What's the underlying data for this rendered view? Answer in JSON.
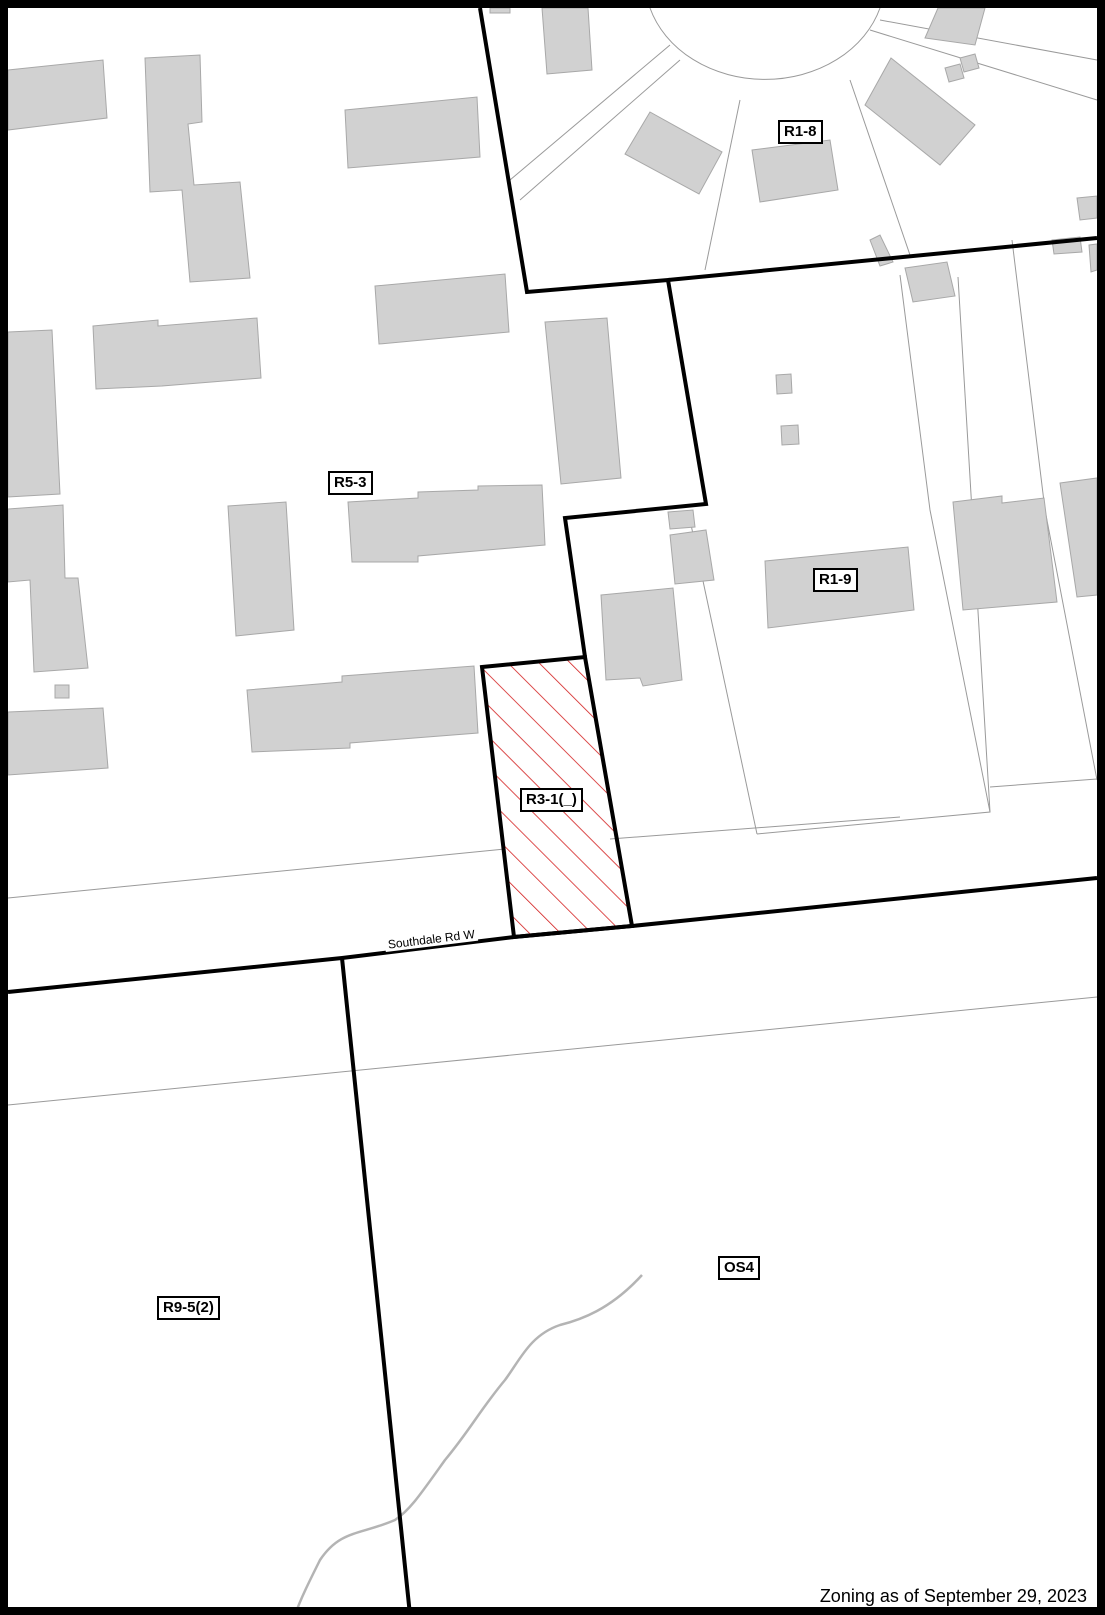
{
  "map": {
    "zones": [
      {
        "id": "r1-8",
        "label": "R1-8"
      },
      {
        "id": "r5-3",
        "label": "R5-3"
      },
      {
        "id": "r1-9",
        "label": "R1-9"
      },
      {
        "id": "r3-1",
        "label": "R3-1(_)"
      },
      {
        "id": "os4",
        "label": "OS4"
      },
      {
        "id": "r9-5",
        "label": "R9-5(2)"
      }
    ],
    "road_name": "Southdale Rd W",
    "caption": "Zoning as of September 29, 2023",
    "colors": {
      "building_fill": "#d1d1d1",
      "building_stroke": "#a8a8a8",
      "zone_boundary": "#000000",
      "subject_hatch": "#d42020",
      "parcel_line": "#9a9a9a",
      "watercourse": "#b4b4b4"
    },
    "subject_site_pattern": "diagonal-hatch"
  }
}
